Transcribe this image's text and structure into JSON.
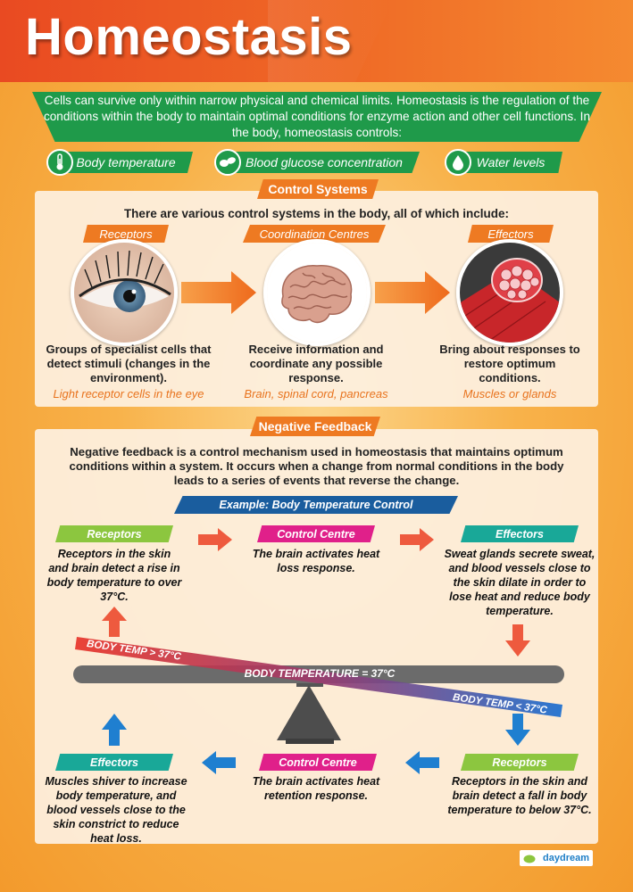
{
  "title": "Homeostasis",
  "intro": "Cells can survive only within narrow physical and chemical limits. Homeostasis is the regulation of the conditions within the body to maintain optimal conditions for enzyme action and other cell functions. In the body, homeostasis controls:",
  "controls": [
    {
      "label": "Body temperature",
      "icon": "thermometer-icon"
    },
    {
      "label": "Blood glucose concentration",
      "icon": "pills-icon"
    },
    {
      "label": "Water levels",
      "icon": "water-drop-icon"
    }
  ],
  "control_systems": {
    "heading": "Control Systems",
    "intro": "There are various control systems in the body, all of which include:",
    "items": [
      {
        "label": "Receptors",
        "image": "eye-image",
        "description": "Groups of specialist cells that detect stimuli (changes in the environment).",
        "example": "Light receptor cells in the eye"
      },
      {
        "label": "Coordination Centres",
        "image": "brain-image",
        "description": "Receive information and coordinate any possible response.",
        "example": "Brain, spinal cord, pancreas"
      },
      {
        "label": "Effectors",
        "image": "muscle-image",
        "description": "Bring about responses to restore optimum conditions.",
        "example": "Muscles or glands"
      }
    ]
  },
  "negative_feedback": {
    "heading": "Negative Feedback",
    "intro": "Negative feedback is a control mechanism used in homeostasis that maintains optimum conditions within a system. It occurs when a change from normal conditions in the body leads to a series of events that reverse the change.",
    "example_title": "Example: Body Temperature Control",
    "top_row": [
      {
        "label": "Receptors",
        "text": "Receptors in the skin and brain detect a rise in body temperature to over 37°C."
      },
      {
        "label": "Control Centre",
        "text": "The brain activates heat loss response."
      },
      {
        "label": "Effectors",
        "text": "Sweat glands secrete sweat, and blood vessels close to the skin dilate in order to lose heat and reduce body temperature."
      }
    ],
    "bottom_row": [
      {
        "label": "Effectors",
        "text": "Muscles shiver to increase body temperature, and blood vessels close to the skin constrict to reduce heat loss."
      },
      {
        "label": "Control Centre",
        "text": "The brain activates heat retention response."
      },
      {
        "label": "Receptors",
        "text": "Receptors in the skin and brain detect a fall in body temperature to below 37°C."
      }
    ],
    "balance_label": "BODY TEMPERATURE = 37°C",
    "high_label": "BODY TEMP > 37°C",
    "low_label": "BODY TEMP < 37°C"
  },
  "logo_text": "daydream",
  "colors": {
    "green": "#1f9a4a",
    "orange": "#ee7a22",
    "lime": "#8cc63f",
    "pink": "#e0208a",
    "teal": "#19a898",
    "navy": "#1a5d9e",
    "red": "#e8342a",
    "blue": "#1f7fd0"
  }
}
